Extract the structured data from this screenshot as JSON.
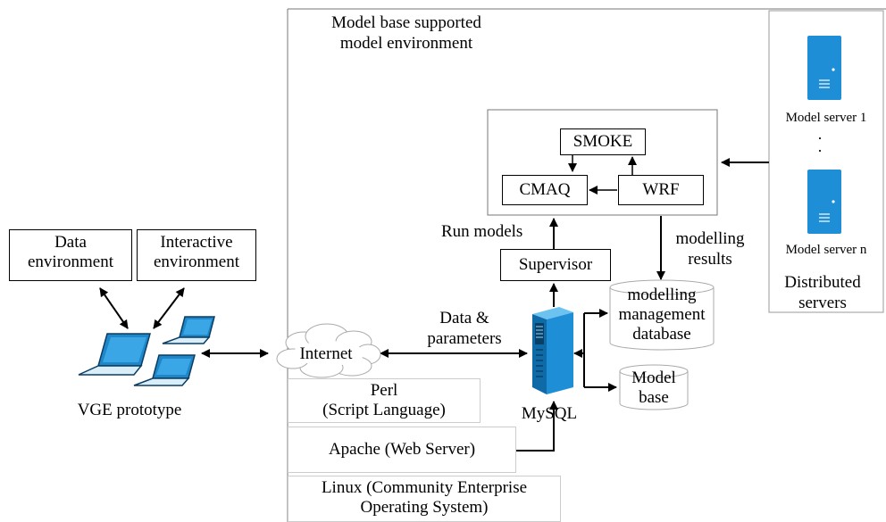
{
  "environment": {
    "title_line1": "Model base supported",
    "title_line2": "model environment"
  },
  "models": {
    "smoke": "SMOKE",
    "cmaq": "CMAQ",
    "wrf": "WRF"
  },
  "supervisor": "Supervisor",
  "run_models": "Run models",
  "modelling_results_line1": "modelling",
  "modelling_results_line2": "results",
  "mgmt_db": {
    "line1": "modelling",
    "line2": "management",
    "line3": "database"
  },
  "model_base": {
    "line1": "Model",
    "line2": "base"
  },
  "mysql": "MySQL",
  "data_params_line1": "Data &",
  "data_params_line2": "parameters",
  "internet": "Internet",
  "stack": {
    "perl_line1": "Perl",
    "perl_line2": "(Script Language)",
    "apache": "Apache (Web Server)",
    "linux_line1": "Linux (Community Enterprise",
    "linux_line2": "Operating System)"
  },
  "servers": {
    "server1": "Model server 1",
    "servern": "Model server n",
    "dots": "·\n·",
    "caption_line1": "Distributed",
    "caption_line2": "servers"
  },
  "left": {
    "data_env_line1": "Data",
    "data_env_line2": "environment",
    "inter_env_line1": "Interactive",
    "inter_env_line2": "environment",
    "caption": "VGE prototype"
  },
  "colors": {
    "server_blue": "#1e8fd6",
    "laptop_blue": "#1f86c8",
    "border": "#555555",
    "light_border": "#bbbbbb"
  }
}
